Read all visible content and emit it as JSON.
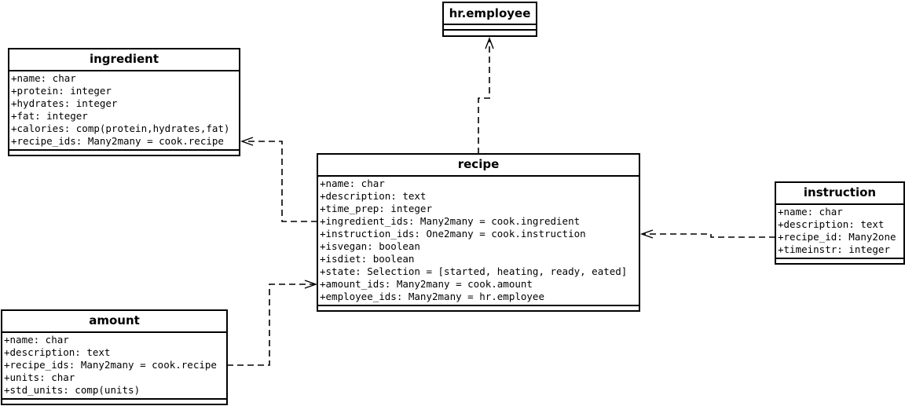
{
  "diagram": {
    "classes": {
      "employee": {
        "name": "hr.employee",
        "attributes": []
      },
      "ingredient": {
        "name": "ingredient",
        "attributes": [
          "+name: char",
          "+protein: integer",
          "+hydrates: integer",
          "+fat: integer",
          "+calories: comp(protein,hydrates,fat)",
          "+recipe_ids: Many2many = cook.recipe"
        ]
      },
      "recipe": {
        "name": "recipe",
        "attributes": [
          "+name: char",
          "+description: text",
          "+time_prep: integer",
          "+ingredient_ids: Many2many = cook.ingredient",
          "+instruction_ids: One2many = cook.instruction",
          "+isvegan: boolean",
          "+isdiet: boolean",
          "+state: Selection = [started, heating, ready, eated]",
          "+amount_ids: Many2many = cook.amount",
          "+employee_ids: Many2many = hr.employee"
        ]
      },
      "instruction": {
        "name": "instruction",
        "attributes": [
          "+name: char",
          "+description: text",
          "+recipe_id: Many2one",
          "+timeinstr: integer"
        ]
      },
      "amount": {
        "name": "amount",
        "attributes": [
          "+name: char",
          "+description: text",
          "+recipe_ids: Many2many = cook.recipe",
          "+units: char",
          "+std_units: comp(units)"
        ]
      }
    },
    "relations": [
      {
        "from": "recipe",
        "to": "hr.employee",
        "style": "dashed-open-arrow"
      },
      {
        "from": "recipe",
        "to": "ingredient",
        "style": "dashed-open-arrow"
      },
      {
        "from": "amount",
        "to": "recipe",
        "style": "dashed-open-arrow"
      },
      {
        "from": "instruction",
        "to": "recipe",
        "style": "dashed-open-arrow"
      }
    ]
  }
}
